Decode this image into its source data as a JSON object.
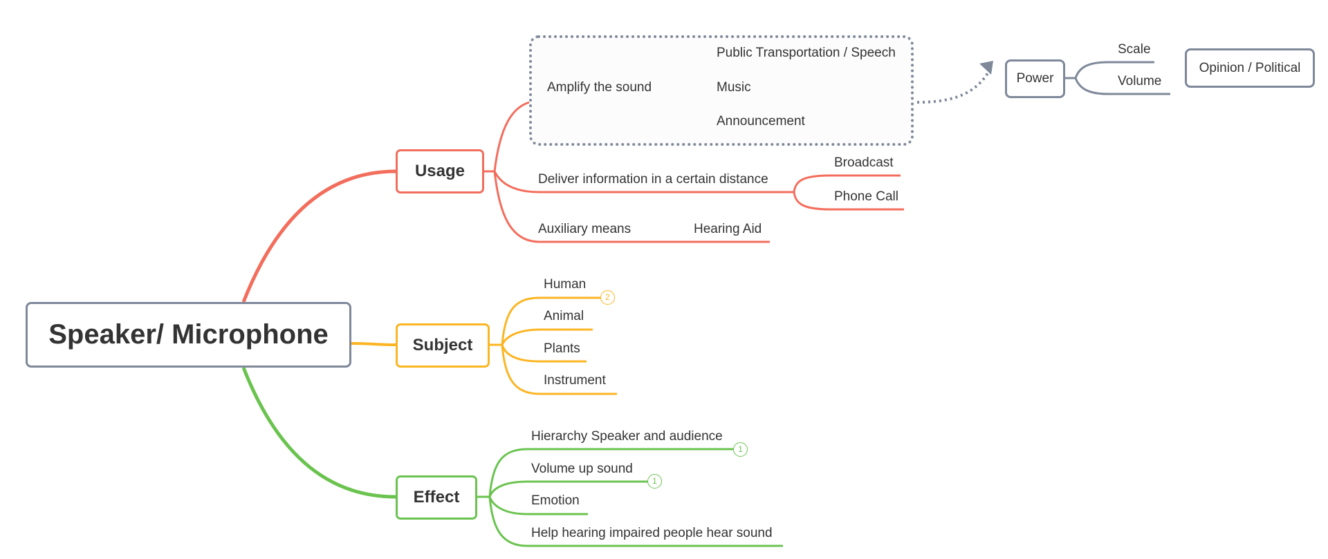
{
  "root": {
    "label": "Speaker/ Microphone"
  },
  "colors": {
    "usage": "#f36d5c",
    "subject": "#fbb523",
    "effect": "#6ac34f",
    "neutral": "#7e8899"
  },
  "usage": {
    "label": "Usage",
    "amplify": {
      "label": "Amplify the sound",
      "children": [
        "Public Transportation / Speech",
        "Music",
        "Announcement"
      ]
    },
    "deliver": {
      "label": "Deliver information in a certain distance",
      "children": [
        "Broadcast",
        "Phone Call"
      ]
    },
    "auxiliary": {
      "label": "Auxiliary means",
      "children": [
        "Hearing Aid"
      ]
    }
  },
  "subject": {
    "label": "Subject",
    "children": [
      "Human",
      "Animal",
      "Plants",
      "Instrument"
    ],
    "human_badge": "2"
  },
  "effect": {
    "label": "Effect",
    "children": [
      "Hierarchy Speaker and audience",
      "Volume up sound",
      "Emotion",
      "Help hearing impaired people hear sound"
    ],
    "badges": [
      "1",
      "1"
    ]
  },
  "power": {
    "label": "Power",
    "children": [
      "Scale",
      "Volume"
    ]
  },
  "opinion": {
    "label": "Opinion  / Political"
  }
}
